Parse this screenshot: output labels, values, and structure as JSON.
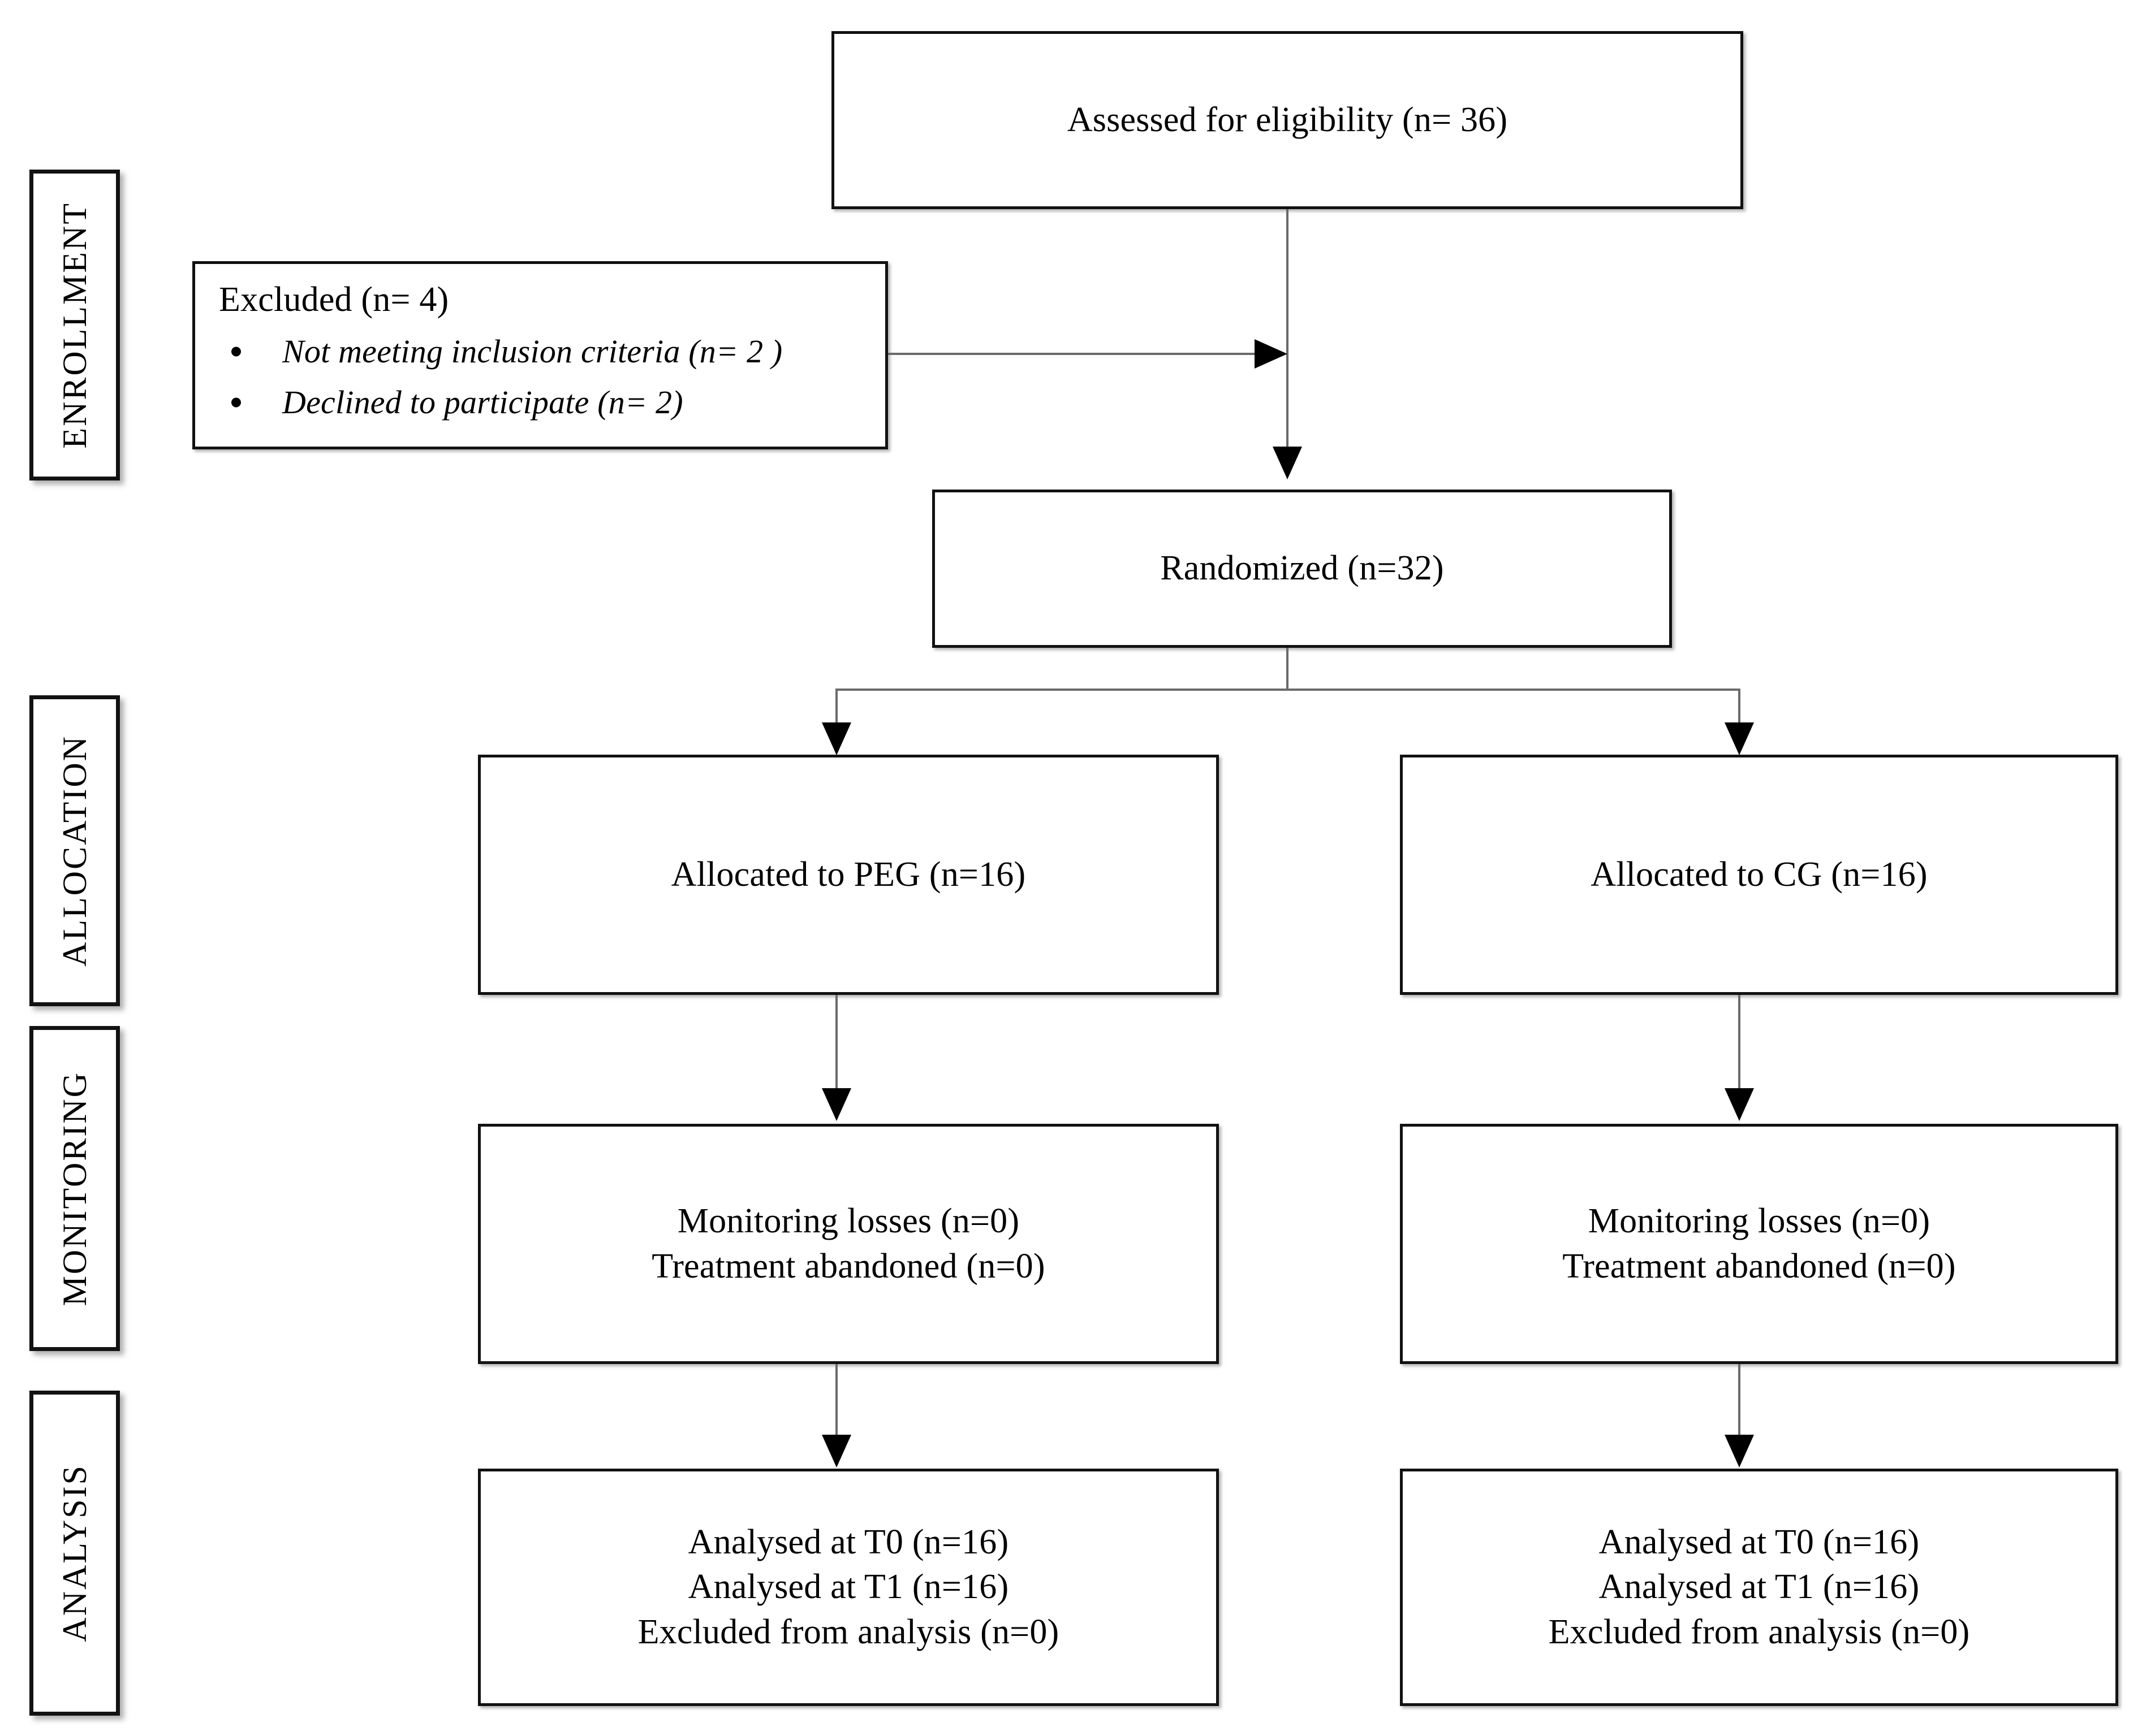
{
  "diagram": {
    "type": "consort-flow-diagram",
    "stages": [
      {
        "id": "enrollment",
        "label": "ENROLLMENT"
      },
      {
        "id": "allocation",
        "label": "ALLOCATION"
      },
      {
        "id": "monitoring",
        "label": "MONITORING"
      },
      {
        "id": "analysis",
        "label": "ANALYSIS"
      }
    ],
    "nodes": {
      "assessed": {
        "text": "Assessed for eligibility (n= 36)"
      },
      "excluded": {
        "title": "Excluded  (n= 4)",
        "items": [
          "Not meeting inclusion criteria (n= 2 )",
          "Declined to participate (n= 2)"
        ]
      },
      "randomized": {
        "text": "Randomized (n=32)"
      },
      "alloc_peg": {
        "text": "Allocated to PEG (n=16)"
      },
      "alloc_cg": {
        "text": "Allocated to CG (n=16)"
      },
      "monitor_left": {
        "line1": "Monitoring losses (n=0)",
        "line2": "Treatment abandoned (n=0)"
      },
      "monitor_right": {
        "line1": "Monitoring losses (n=0)",
        "line2": "Treatment abandoned (n=0)"
      },
      "analysis_left": {
        "line1": "Analysed at T0 (n=16)",
        "line2": "Analysed at T1 (n=16)",
        "line3": "Excluded from analysis (n=0)"
      },
      "analysis_right": {
        "line1": "Analysed at T0 (n=16)",
        "line2": "Analysed at T1 (n=16)",
        "line3": "Excluded from analysis (n=0)"
      }
    },
    "colors": {
      "box_border": "#111111",
      "connector": "#6a6a6a",
      "arrowhead": "#000000",
      "background": "#ffffff",
      "text": "#000000"
    }
  }
}
